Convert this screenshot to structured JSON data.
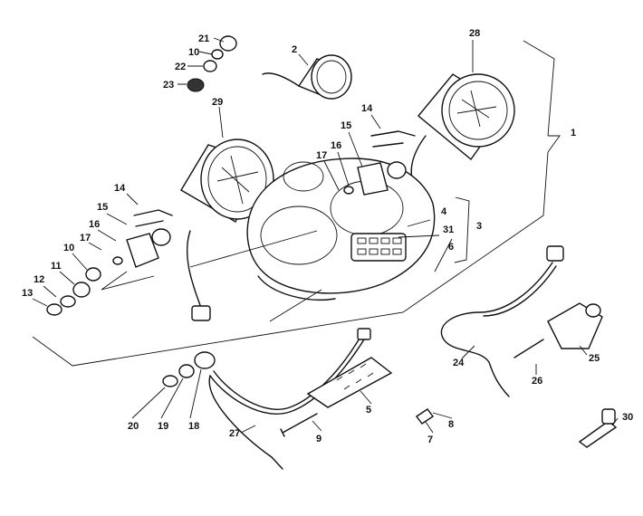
{
  "callouts": [
    {
      "id": "c1",
      "text": "1"
    },
    {
      "id": "c2",
      "text": "2"
    },
    {
      "id": "c3",
      "text": "3"
    },
    {
      "id": "c4",
      "text": "4"
    },
    {
      "id": "c5",
      "text": "5"
    },
    {
      "id": "c6",
      "text": "6"
    },
    {
      "id": "c7",
      "text": "7"
    },
    {
      "id": "c8",
      "text": "8"
    },
    {
      "id": "c9",
      "text": "9"
    },
    {
      "id": "c10a",
      "text": "10"
    },
    {
      "id": "c10b",
      "text": "10"
    },
    {
      "id": "c11",
      "text": "11"
    },
    {
      "id": "c12",
      "text": "12"
    },
    {
      "id": "c13",
      "text": "13"
    },
    {
      "id": "c14a",
      "text": "14"
    },
    {
      "id": "c14b",
      "text": "14"
    },
    {
      "id": "c15a",
      "text": "15"
    },
    {
      "id": "c15b",
      "text": "15"
    },
    {
      "id": "c16a",
      "text": "16"
    },
    {
      "id": "c16b",
      "text": "16"
    },
    {
      "id": "c17a",
      "text": "17"
    },
    {
      "id": "c17b",
      "text": "17"
    },
    {
      "id": "c18",
      "text": "18"
    },
    {
      "id": "c19",
      "text": "19"
    },
    {
      "id": "c20",
      "text": "20"
    },
    {
      "id": "c21",
      "text": "21"
    },
    {
      "id": "c22",
      "text": "22"
    },
    {
      "id": "c23",
      "text": "23"
    },
    {
      "id": "c24",
      "text": "24"
    },
    {
      "id": "c25",
      "text": "25"
    },
    {
      "id": "c26",
      "text": "26"
    },
    {
      "id": "c27",
      "text": "27"
    },
    {
      "id": "c28",
      "text": "28"
    },
    {
      "id": "c29",
      "text": "29"
    },
    {
      "id": "c30",
      "text": "30"
    },
    {
      "id": "c31",
      "text": "31"
    }
  ]
}
